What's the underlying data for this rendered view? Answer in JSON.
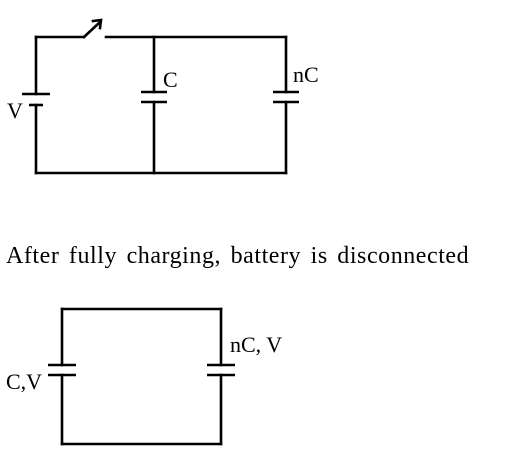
{
  "circuit1": {
    "battery_label": "V",
    "cap1_label": "C",
    "cap2_label": "nC"
  },
  "caption": "After fully charging, battery is disconnected",
  "circuit2": {
    "left_label": "C,V",
    "right_label": "nC, V"
  }
}
